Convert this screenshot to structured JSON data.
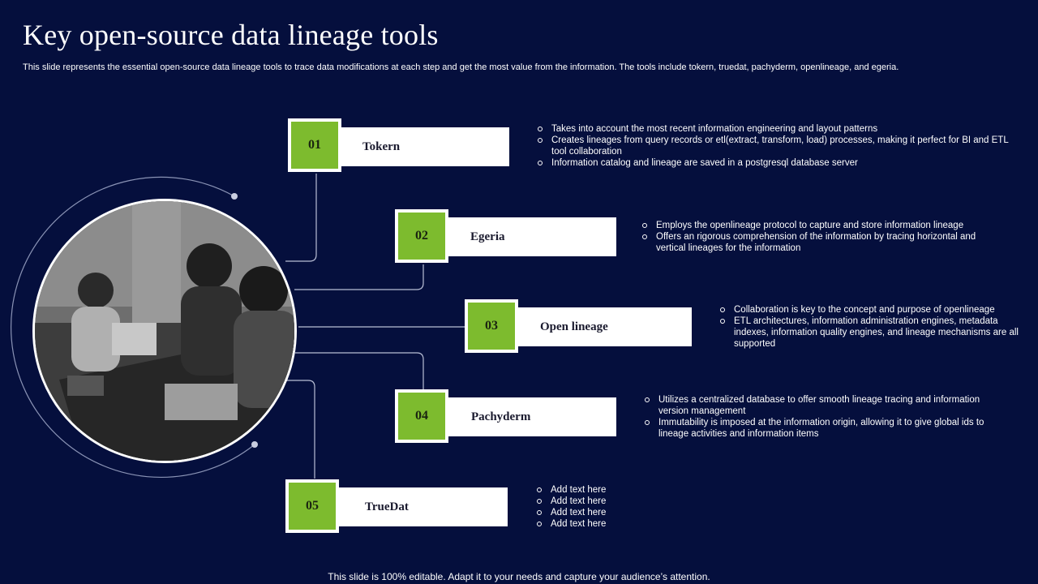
{
  "header": {
    "title": "Key open-source data lineage tools",
    "subtitle": "This slide represents the essential open-source data lineage tools to trace data modifications at each step and get the most value from the information. The tools include tokern, truedat, pachyderm, openlineage, and egeria."
  },
  "colors": {
    "background": "#050f3d",
    "accent": "#7dbb2e",
    "bar": "#ffffff"
  },
  "photo": {
    "description_icon": "meeting-photo"
  },
  "tools": [
    {
      "num": "01",
      "name": "Tokern",
      "points": [
        "Takes into account the most recent information engineering and layout patterns",
        "Creates lineages from query records or etl(extract,  transform, load) processes, making it perfect for BI  and ETL tool collaboration",
        "Information catalog and lineage are saved in a postgresql database server"
      ]
    },
    {
      "num": "02",
      "name": "Egeria",
      "points": [
        "Employs the openlineage protocol to capture and store information lineage",
        "Offers an rigorous comprehension of the information by tracing horizontal and vertical lineages for the information"
      ]
    },
    {
      "num": "03",
      "name": "Open lineage",
      "points": [
        "Collaboration is key to the concept and purpose of openlineage",
        "ETL architectures, information administration engines, metadata indexes, information quality engines, and lineage mechanisms are all supported"
      ]
    },
    {
      "num": "04",
      "name": "Pachyderm",
      "points": [
        "Utilizes a centralized database to offer smooth lineage tracing and information version management",
        "Immutability is imposed at the information origin, allowing it to give global ids to lineage activities and information items"
      ]
    },
    {
      "num": "05",
      "name": "TrueDat",
      "points": [
        "Add text here",
        "Add text here",
        "Add text here",
        "Add text here"
      ]
    }
  ],
  "footer": "This slide is 100% editable. Adapt it to your needs and capture your audience’s attention."
}
